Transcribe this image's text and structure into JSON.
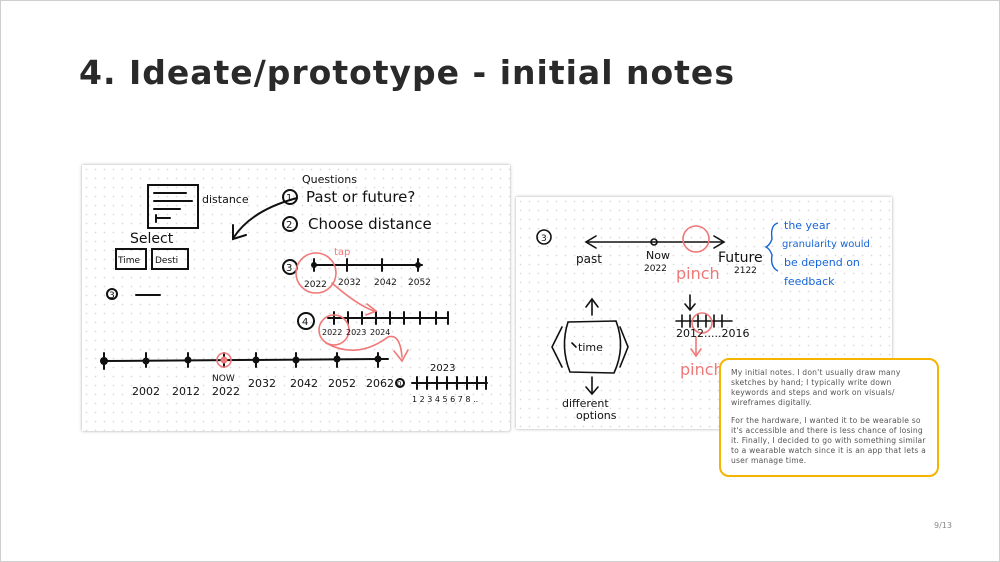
{
  "slide": {
    "title": "4. Ideate/prototype - initial notes",
    "page_number": "9/13"
  },
  "sketch_left": {
    "questions_label": "Questions",
    "q1_number": "1",
    "q1_text": "Past or future?",
    "q2_number": "2",
    "q2_text": "Choose distance",
    "q3_number": "3",
    "q4_number": "4",
    "distance_label": "distance",
    "select_label": "Select",
    "time_box_label": "Time",
    "dest_box_label": "Desti",
    "item3_label": "3",
    "tap_label": "tap",
    "q3_years": [
      "2022",
      "2032",
      "2042",
      "2052"
    ],
    "q4_years": [
      "2022",
      "2023",
      "2024"
    ],
    "timeline_years": [
      "2002",
      "2012",
      "2022",
      "2032",
      "2042",
      "2052",
      "2062"
    ],
    "now_label": "NOW",
    "year_2023": "2023",
    "counter_digits": "1 2 3 4 5 6 7 8 ..",
    "zero_label": "0"
  },
  "sketch_right": {
    "step_number": "3",
    "past_label": "past",
    "now_label": "Now",
    "now_year": "2022",
    "future_label": "Future",
    "future_year": "2122",
    "pinch_label_1": "pinch",
    "pinch_label_2": "pinch",
    "range_label": "2012.....2016",
    "time_label": "time",
    "options_label_1": "different",
    "options_label_2": "options",
    "blue_note_1": "the year",
    "blue_note_2": "granularity would",
    "blue_note_3": "be depend on",
    "blue_note_4": "feedback"
  },
  "note_box": {
    "paragraph_1": "My initial notes. I don't usually draw many sketches by hand; I typically write down keywords and steps and work on visuals/ wireframes digitally.",
    "paragraph_2": "For the hardware, I wanted it to be wearable so it's accessible and there is less chance of losing it. Finally, I decided to go with something similar to a wearable watch since it is an app that lets a user manage time."
  },
  "colors": {
    "ink": "#111111",
    "pink": "#f07878",
    "blue": "#1565d8",
    "note_border": "#f4b400"
  }
}
